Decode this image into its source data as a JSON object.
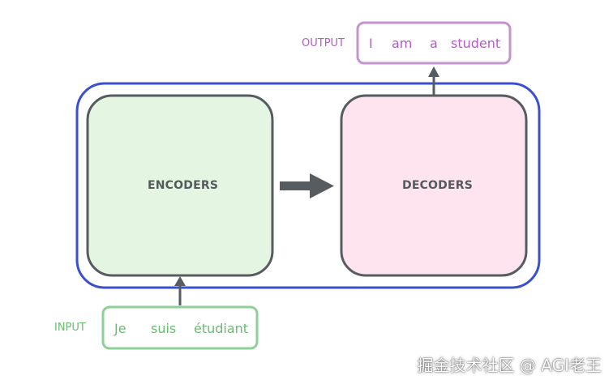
{
  "encoders_label": "ENCODERS",
  "decoders_label": "DECODERS",
  "output": {
    "label": "OUTPUT",
    "tokens": [
      "I",
      "am",
      "a",
      "student"
    ]
  },
  "input": {
    "label": "INPUT",
    "tokens": [
      "Je",
      "suis",
      "étudiant"
    ]
  },
  "watermark": "掘金技术社区 @ AGI老王",
  "colors": {
    "outer_border": "#3b4fcf",
    "encoder_fill": "#e4f5e1",
    "decoder_fill": "#fde4ef",
    "box_border": "#575c61",
    "arrow": "#575c61",
    "output_border": "#c394cd",
    "output_text": "#b05fbf",
    "input_border": "#8fcf98",
    "input_text": "#6cbb72"
  }
}
